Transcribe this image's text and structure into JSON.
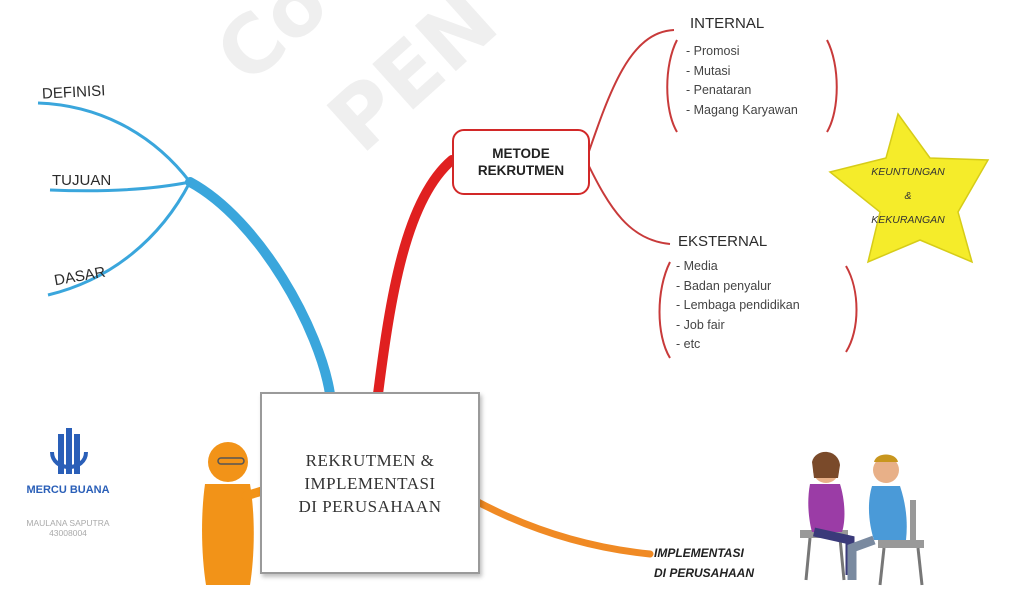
{
  "watermark": {
    "line1": "Co",
    "line2": "PEN"
  },
  "left_branches": {
    "definisi": "DEFINISI",
    "tujuan": "TUJUAN",
    "dasar": "DASAR"
  },
  "metode": {
    "line1": "METODE",
    "line2": "REKRUTMEN"
  },
  "internal": {
    "title": "INTERNAL",
    "items": [
      "- Promosi",
      "- Mutasi",
      "- Penataran",
      "- Magang Karyawan"
    ]
  },
  "eksternal": {
    "title": "EKSTERNAL",
    "items": [
      "- Media",
      "- Badan penyalur",
      "- Lembaga pendidikan",
      "- Job fair",
      "- etc"
    ]
  },
  "star": {
    "line1": "KEUNTUNGAN",
    "line2": "&",
    "line3": "KEKURANGAN"
  },
  "board": {
    "line1": "REKRUTMEN &",
    "line2": "IMPLEMENTASI",
    "line3": "DI PERUSAHAAN"
  },
  "implementasi": {
    "line1": "IMPLEMENTASI",
    "line2": "DI PERUSAHAAN"
  },
  "logo": {
    "name": "MERCU BUANA",
    "author_line1": "MAULANA SAPUTRA",
    "author_line2": "43008004"
  },
  "colors": {
    "left_branch": "#3aa6dc",
    "center_branch": "#e02020",
    "right_branch": "#c83a3a",
    "orange_branch": "#f08a24",
    "star": "#f5ec2a"
  }
}
